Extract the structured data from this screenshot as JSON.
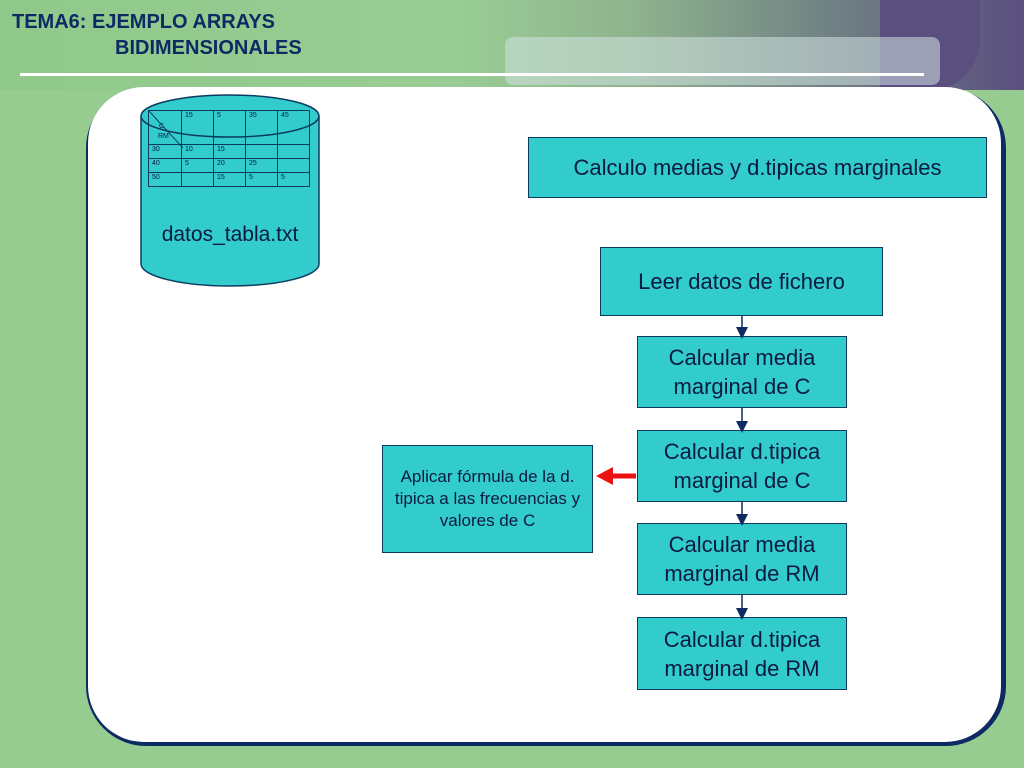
{
  "title": {
    "line1": "TEMA6: EJEMPLO ARRAYS",
    "line2": "BIDIMENSIONALES"
  },
  "file": {
    "label": "datos_tabla.txt",
    "corner_top": "C",
    "corner_bottom": "RM",
    "header": [
      "15",
      "5",
      "35",
      "45"
    ],
    "rows": [
      [
        "30",
        "10",
        "15",
        "",
        ""
      ],
      [
        "40",
        "5",
        "20",
        "25",
        ""
      ],
      [
        "50",
        "",
        "15",
        "5",
        "5"
      ]
    ]
  },
  "flow": {
    "heading": "Calculo medias y d.tipicas marginales",
    "step1": "Leer datos de fichero",
    "step2": "Calcular media marginal de C",
    "step3": "Calcular d.tipica marginal de C",
    "step4": "Calcular media marginal de RM",
    "step5": "Calcular d.tipica marginal de RM",
    "note": "Aplicar fórmula de la d. tipica a las frecuencias y valores de C"
  },
  "colors": {
    "box_fill": "#33cccc",
    "title_text": "#0e2a63",
    "arrow_red": "#ee1111",
    "panel_border": "#0d2a62"
  }
}
